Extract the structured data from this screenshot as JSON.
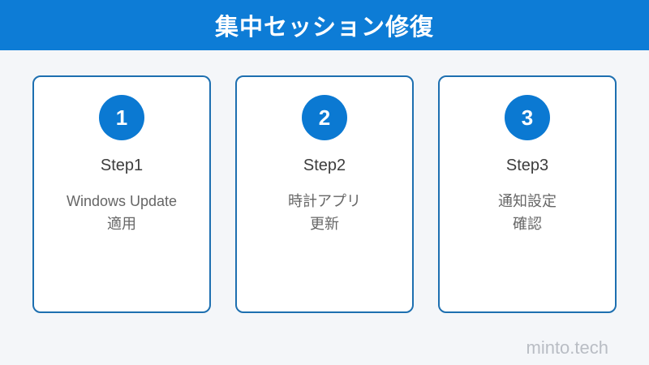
{
  "header": {
    "title": "集中セッション修復"
  },
  "steps": [
    {
      "number": "1",
      "label": "Step1",
      "desc_line1": "Windows Update",
      "desc_line2": "適用"
    },
    {
      "number": "2",
      "label": "Step2",
      "desc_line1": "時計アプリ",
      "desc_line2": "更新"
    },
    {
      "number": "3",
      "label": "Step3",
      "desc_line1": "通知設定",
      "desc_line2": "確認"
    }
  ],
  "footer": {
    "brand": "minto.tech"
  },
  "colors": {
    "accent_blue": "#0d7cd6",
    "circle_blue": "#0b79d2",
    "card_border_blue": "#1d6fb0",
    "page_background": "#f4f6f9",
    "card_background": "#ffffff",
    "step_label_text": "#3d3d3d",
    "step_desc_text": "#666666",
    "brand_text": "#b9bdc4",
    "header_text": "#ffffff"
  }
}
